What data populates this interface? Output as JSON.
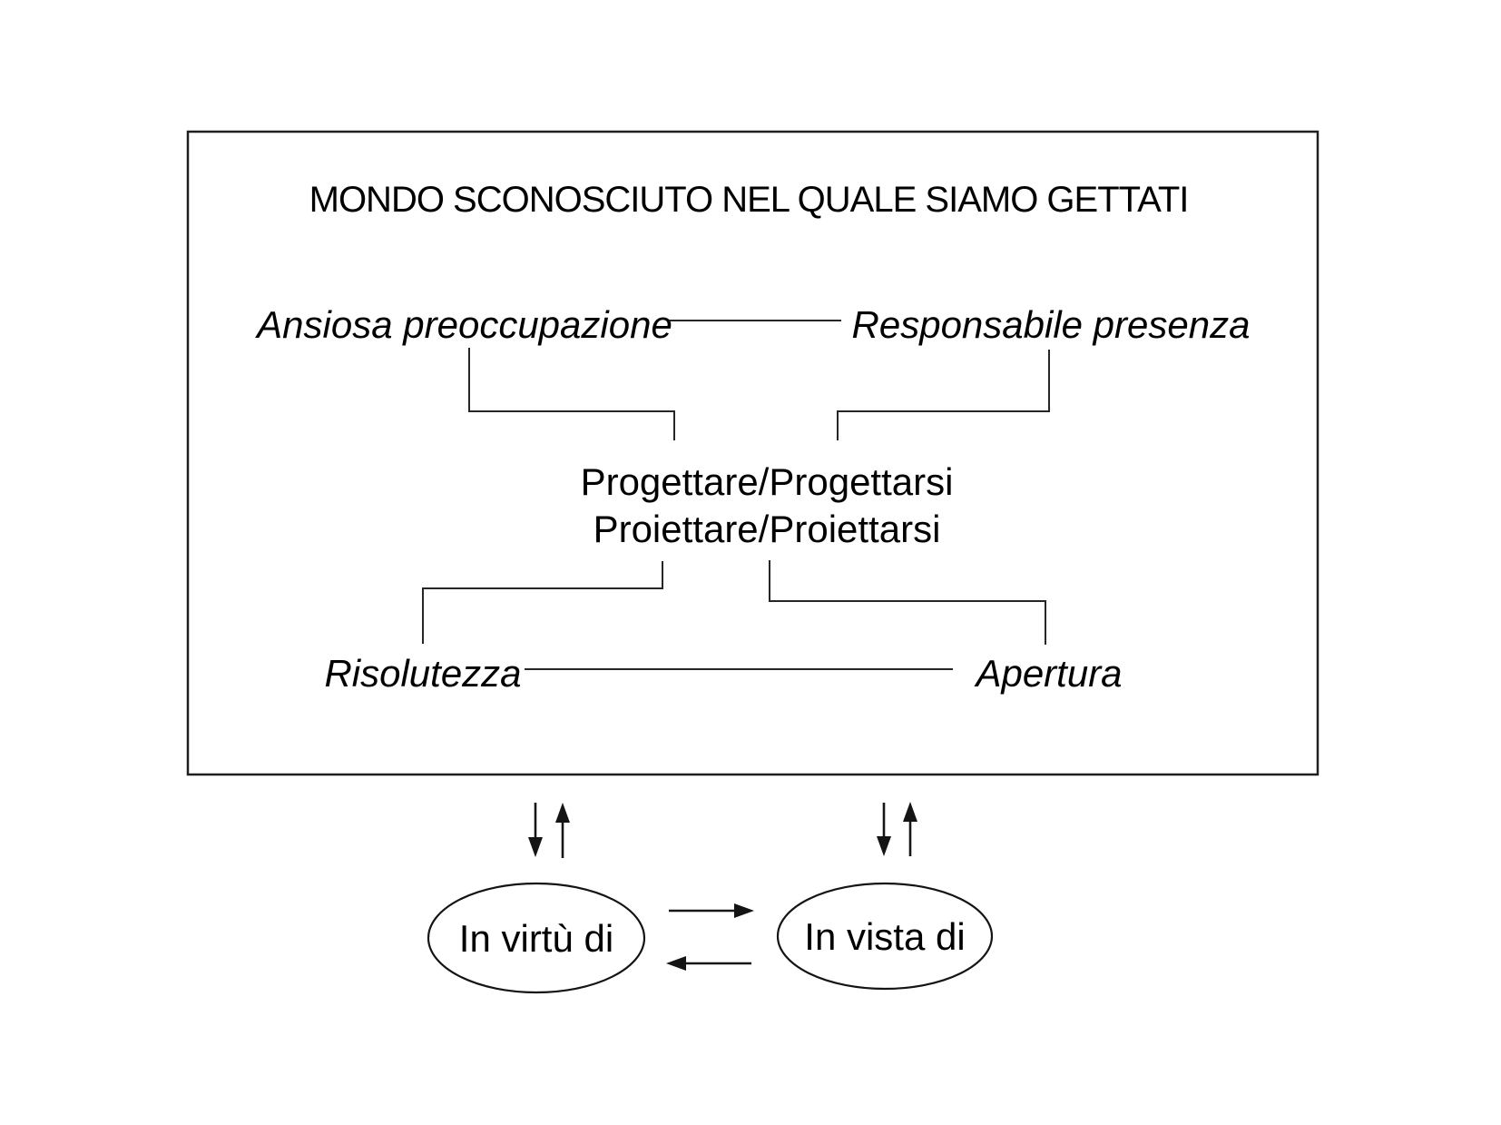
{
  "diagram": {
    "title": "MONDO SCONOSCIUTO NEL QUALE SIAMO GETTATI",
    "top_pair": {
      "left": "Ansiosa preoccupazione",
      "right": "Responsabile presenza"
    },
    "center": {
      "line1": "Progettare/Progettarsi",
      "line2": "Proiettare/Proiettarsi"
    },
    "bottom_pair": {
      "left": "Risolutezza",
      "right": "Apertura"
    },
    "ovals": {
      "left": "In virtù di",
      "right": "In vista di"
    },
    "icons": {
      "down_arrow": "↓",
      "up_arrow": "↑",
      "right_arrow": "→",
      "left_arrow": "←"
    },
    "colors": {
      "ink": "#1f1f1f",
      "text": "#000000",
      "background": "#ffffff"
    }
  }
}
